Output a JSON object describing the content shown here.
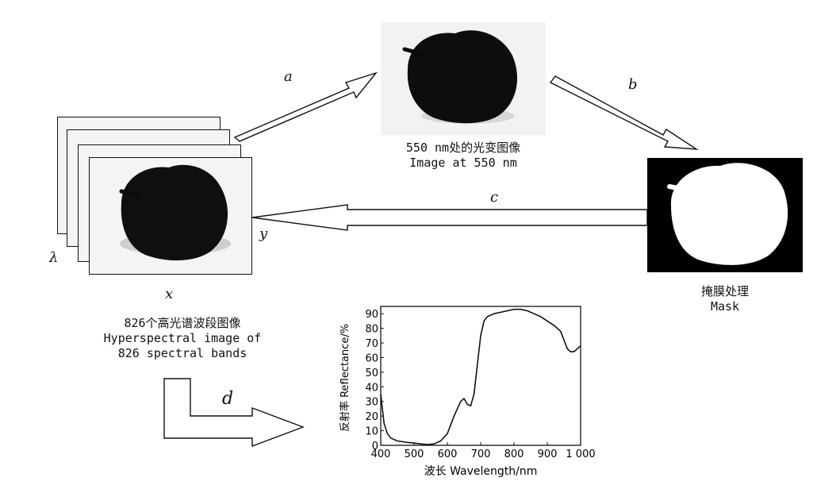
{
  "arrows": {
    "a": "a",
    "b": "b",
    "c": "c",
    "d": "d"
  },
  "cube_axes": {
    "x": "x",
    "y": "y",
    "lambda": "λ"
  },
  "image_550": {
    "caption_cn": "550 nm处的光变图像",
    "caption_en": "Image at 550 nm"
  },
  "mask": {
    "caption_cn": "掩膜处理",
    "caption_en": "Mask"
  },
  "hyperspectral": {
    "caption_cn": "826个高光谱波段图像",
    "caption_en_line1": "Hyperspectral image of",
    "caption_en_line2": "826 spectral bands"
  },
  "chart_data": {
    "type": "line",
    "xlabel": "波长 Wavelength/nm",
    "ylabel": "反射率 Reflectance/%",
    "xlim": [
      400,
      1000
    ],
    "ylim": [
      0,
      95
    ],
    "x_ticks": [
      "400",
      "500",
      "600",
      "700",
      "800",
      "900",
      "1 000"
    ],
    "y_ticks": [
      "0",
      "10",
      "20",
      "30",
      "40",
      "50",
      "60",
      "70",
      "80",
      "90"
    ],
    "grid": false,
    "series": [
      {
        "x": [
          400,
          405,
          410,
          420,
          430,
          450,
          480,
          500,
          520,
          540,
          560,
          580,
          600,
          620,
          640,
          650,
          660,
          670,
          680,
          690,
          700,
          710,
          720,
          740,
          760,
          780,
          800,
          820,
          840,
          860,
          880,
          900,
          920,
          940,
          950,
          960,
          970,
          980,
          990,
          1000
        ],
        "y": [
          35,
          25,
          15,
          8,
          5,
          3,
          2,
          1.5,
          1,
          0.5,
          1,
          3,
          8,
          20,
          30,
          32,
          28,
          27,
          35,
          55,
          75,
          85,
          88,
          90,
          91,
          92,
          93,
          93,
          92,
          90,
          88,
          85,
          82,
          78,
          72,
          66,
          64,
          64,
          66,
          68
        ]
      }
    ]
  }
}
